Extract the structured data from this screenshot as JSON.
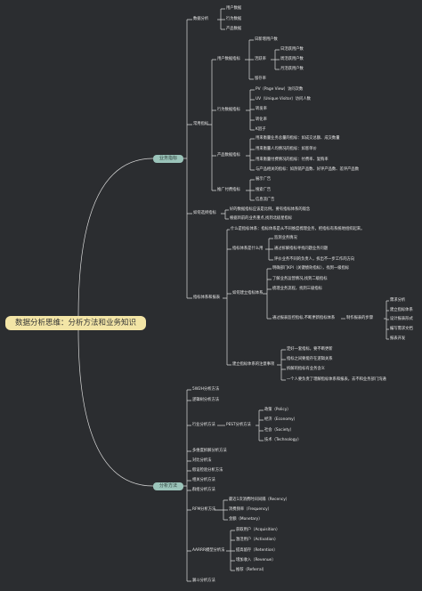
{
  "root": "数据分析思维：分析方法和业务知识",
  "business": {
    "label": "业务指标",
    "basic": {
      "label": "数据分析",
      "items": [
        "用户数据",
        "行为数据",
        "产品数据"
      ]
    },
    "common": {
      "label": "常用指标",
      "user": {
        "label": "用户数据指标",
        "daily_new": "日新增用户数",
        "retention": {
          "label": "活跃率",
          "items": [
            "日活跃用户数",
            "周活跃用户数",
            "月活跃用户数"
          ]
        },
        "retain_rate": "留存率"
      },
      "behavior": {
        "label": "行为数据指标",
        "items": [
          "PV（Page View）访问次数",
          "UV（Unique Visitor）访问人数",
          "转发率",
          "转化率",
          "K因子"
        ]
      },
      "product": {
        "label": "产品数据指标",
        "items": [
          "用来衡量业务总量的指标：如成交总额、成交数量",
          "用来衡量人均情况的指标：如客单价",
          "用来衡量付费情况的指标：付费率、复购率",
          "与产品相关的指标：如热销产品数、好评产品数、差评产品数"
        ]
      },
      "promotion": {
        "label": "推广付费指标",
        "items": [
          "展示广告",
          "搜索广告",
          "信息流广告"
        ]
      }
    },
    "choose": {
      "label": "如何选择指标",
      "items": [
        "好的数据指标应该是比例。要有指标体系的观念",
        "根据目前的业务重点,找到北极星指标"
      ]
    },
    "system": {
      "label": "指标体系和报表",
      "what": {
        "label": "指标体系是什么用",
        "intro": "什么是指标体系：指标体系是从不同维度梳理业务，把指标有系统地组织起来。",
        "items": [
          "监测业务情况",
          "通过拆解指标寻找问题业务问题",
          "评价业务不同的负责人，拆出不一步工作的方向"
        ]
      },
      "build": {
        "label": "如何建立指标体系",
        "items": [
          "明确部门KPI（关键绩效指标），找到一级指标",
          "了解业务运营情况,找到二级指标",
          "梳理业务流程，找到三级指标"
        ],
        "report": "通过报表监控指标,不断更新指标体系",
        "report_steps_label": "制作报表的步骤",
        "steps": [
          "需求分析",
          "建立指标体系",
          "设计报表形式",
          "编写需求文档",
          "报表开发"
        ]
      },
      "notes": {
        "label": "建立指标体系的注意事项",
        "items": [
          "定好一套指标，要不断更新",
          "指标之间要能存在逻辑关系",
          "拆解的指标有业务含义",
          "一个人要负责了理解指标体系和报表，去不和业务部门沟通"
        ]
      }
    }
  },
  "methods": {
    "label": "分析方法",
    "items_top": [
      "5W2H分析方法",
      "逻辑树分析方法"
    ],
    "industry": {
      "label": "行业分析方法",
      "pest": "PEST分析方法",
      "pest_items": [
        "政策（Policy）",
        "经济（Economy）",
        "社会（Society）",
        "技术（Technology）"
      ]
    },
    "items_mid": [
      "多维度拆解分析方法",
      "对比分析法",
      "假设检验分析方法",
      "相关分析方法",
      "群组分析方法"
    ],
    "rfm": {
      "label": "RFM分析方法",
      "items": [
        "最近1次消费时间间隔（Recency）",
        "消费频率（Frequency）",
        "金额（Monetary）"
      ]
    },
    "aarrr": {
      "label": "AARRR模型分析法",
      "items": [
        "获取用户（Acquisition）",
        "激活用户（Activation）",
        "提高留存（Retention）",
        "增加收入（Revenue）",
        "推荐（Referral）"
      ]
    },
    "funnel": "漏斗分析方法"
  }
}
